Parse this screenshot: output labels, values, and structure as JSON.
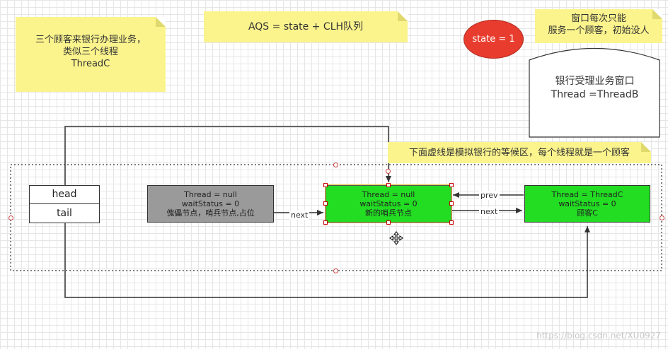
{
  "notes": {
    "customers": "三个顾客来银行办理业务，\n类似三个线程\nThreadC",
    "aqs": "AQS = state + CLH队列",
    "window_rule": "窗口每次只能\n服务一个顾客，初始没人",
    "dashed_area": "下面虚线是模拟银行的等候区，每个线程就是一个顾客"
  },
  "state": {
    "label": "state = 1"
  },
  "window": {
    "lines": [
      "银行受理业务窗口",
      "Thread =ThreadB"
    ]
  },
  "queue": {
    "head": "head",
    "tail": "tail"
  },
  "nodes": [
    {
      "id": "dummy",
      "lines": [
        "Thread = null",
        "waitStatus = 0",
        "傀儡节点，哨兵节点,占位"
      ],
      "color": "#9a9a9a"
    },
    {
      "id": "sentinel-new",
      "lines": [
        "Thread = null",
        "waitStatus = 0",
        "新的哨兵节点"
      ],
      "color": "#22dd22"
    },
    {
      "id": "customer-c",
      "lines": [
        "Thread = ThreadC",
        "waitStatus = 0",
        "顾客C"
      ],
      "color": "#22dd22"
    }
  ],
  "edges": {
    "next1": "next",
    "prev": "prev",
    "next2": "next"
  },
  "watermark": "https://blog.csdn.net/XU0927"
}
